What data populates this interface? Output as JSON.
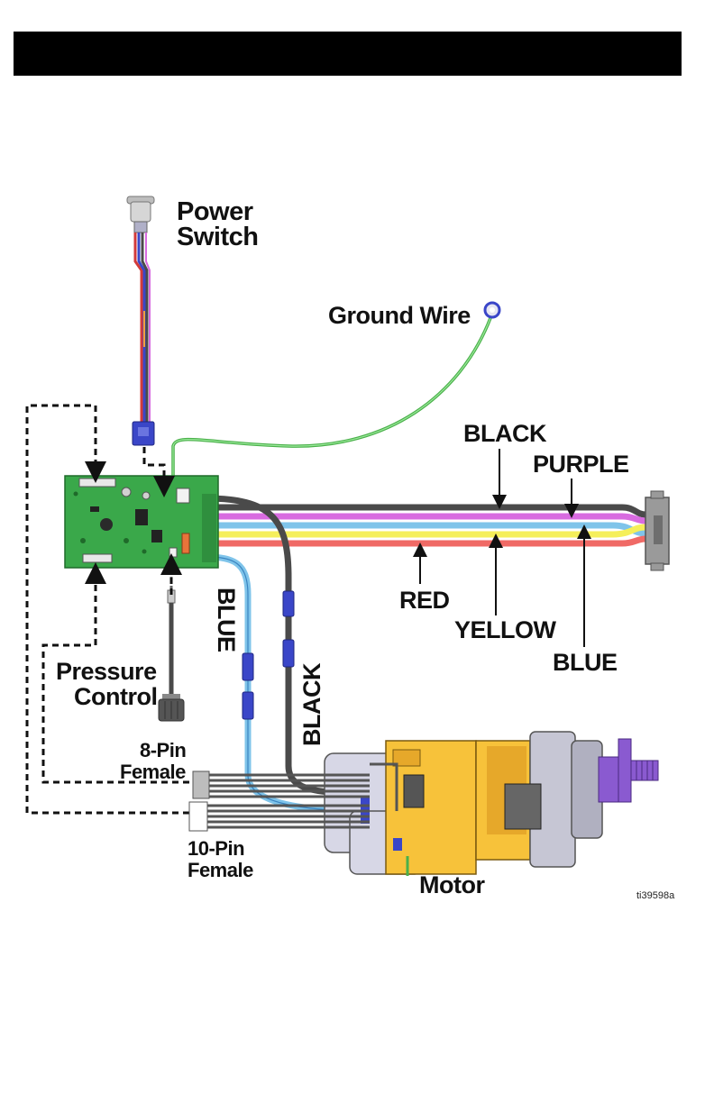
{
  "labels": {
    "power_switch_line1": "Power",
    "power_switch_line2": "Switch",
    "ground_wire": "Ground Wire",
    "black_top": "BLACK",
    "purple": "PURPLE",
    "red": "RED",
    "yellow": "YELLOW",
    "blue_right": "BLUE",
    "blue_vertical": "BLUE",
    "black_vertical": "BLACK",
    "pressure_control_line1": "Pressure",
    "pressure_control_line2": "Control",
    "eight_pin_line1": "8-Pin",
    "eight_pin_line2": "Female",
    "ten_pin_line1": "10-Pin",
    "ten_pin_line2": "Female",
    "motor": "Motor",
    "figure_id": "ti39598a"
  },
  "colors": {
    "wire_black": "#4a4a4a",
    "wire_purple": "#d86be0",
    "wire_blue": "#7fc4ea",
    "wire_yellow": "#f5ef5a",
    "wire_red": "#f06a66",
    "ground_green": "#6ad26a",
    "board_green": "#3aa84a",
    "motor_yellow": "#f7c23a",
    "motor_gray": "#b8b8c8",
    "shaft_purple": "#8a5ad0",
    "terminal_blue": "#3a46c8"
  }
}
